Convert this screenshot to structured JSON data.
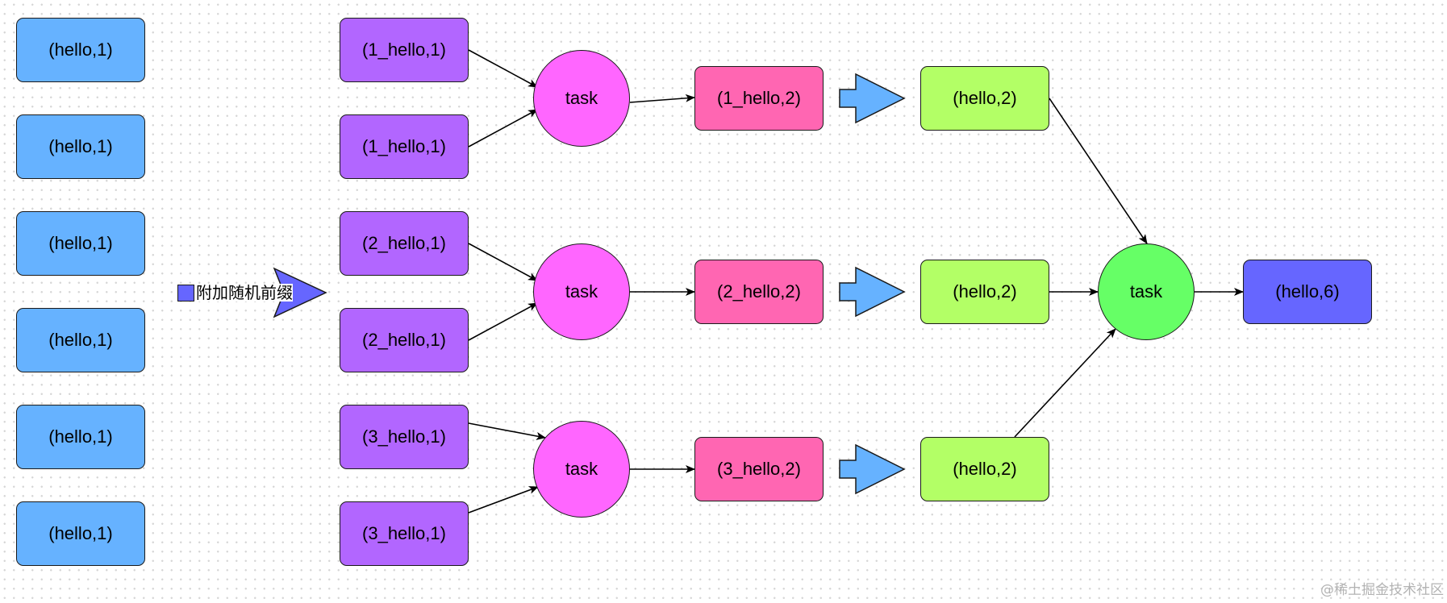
{
  "colors": {
    "input_blue": "#66b2ff",
    "salted_purple": "#b266ff",
    "task_magenta": "#ff66ff",
    "partial_pink": "#ff66b2",
    "merged_green": "#b3ff66",
    "final_task_green": "#66ff66",
    "result_indigo": "#6666ff",
    "big_arrow_blue": "#66b2ff"
  },
  "inputs": [
    "(hello,1)",
    "(hello,1)",
    "(hello,1)",
    "(hello,1)",
    "(hello,1)",
    "(hello,1)"
  ],
  "prefix_step": {
    "label": "附加随机前缀",
    "icon": "triangle-arrow-icon"
  },
  "salted": [
    "(1_hello,1)",
    "(1_hello,1)",
    "(2_hello,1)",
    "(2_hello,1)",
    "(3_hello,1)",
    "(3_hello,1)"
  ],
  "tasks": [
    "task",
    "task",
    "task"
  ],
  "partials": [
    "(1_hello,2)",
    "(2_hello,2)",
    "(3_hello,2)"
  ],
  "merged": [
    "(hello,2)",
    "(hello,2)",
    "(hello,2)"
  ],
  "final_task": "task",
  "result": "(hello,6)",
  "watermark": "@稀土掘金技术社区"
}
